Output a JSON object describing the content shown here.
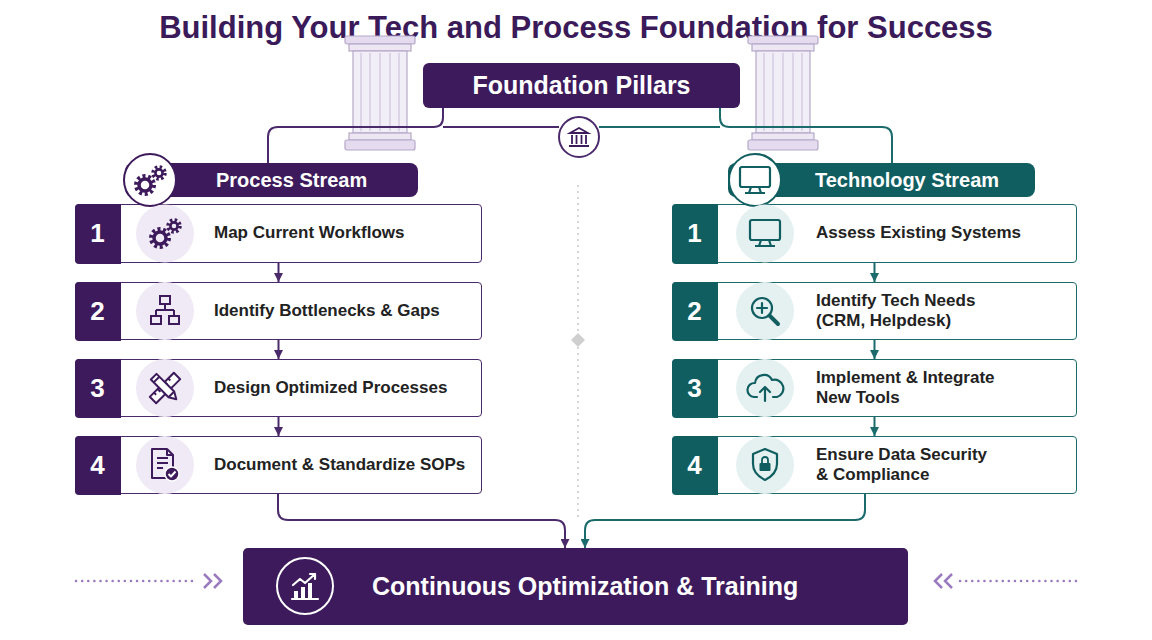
{
  "diagram": {
    "title": "Building Your Tech and Process Foundation for Success",
    "nodes": [
      {
        "text": [
          "Foundation Pillars"
        ]
      },
      {
        "text": [
          "Process Stream"
        ]
      },
      {
        "text": [
          "1",
          "Map Current Workflows"
        ]
      },
      {
        "text": [
          "2",
          "Identify Bottlenecks & Gaps"
        ]
      },
      {
        "text": [
          "3",
          "Design Optimized Processes"
        ]
      },
      {
        "text": [
          "4",
          "Document & Standardize SOPs"
        ]
      },
      {
        "text": [
          "Technology Stream"
        ]
      },
      {
        "text": [
          "1",
          "Assess Existing Systems"
        ]
      },
      {
        "text": [
          "2",
          "Identify Tech Needs (CRM, Helpdesk)"
        ]
      },
      {
        "text": [
          "3",
          "Implement & Integrate New Tools"
        ]
      },
      {
        "text": [
          "4",
          "Ensure Data Security & Compliance"
        ]
      },
      {
        "text": [
          "Continuous Optimization & Training"
        ]
      }
    ],
    "edges": [
      {
        "from": 0,
        "to": 1,
        "arrow": "none"
      },
      {
        "from": 0,
        "to": 6,
        "arrow": "none"
      },
      {
        "from": 2,
        "to": 3,
        "arrow": "to"
      },
      {
        "from": 3,
        "to": 4,
        "arrow": "to"
      },
      {
        "from": 4,
        "to": 5,
        "arrow": "to"
      },
      {
        "from": 7,
        "to": 8,
        "arrow": "to"
      },
      {
        "from": 8,
        "to": 9,
        "arrow": "to"
      },
      {
        "from": 9,
        "to": 10,
        "arrow": "to"
      },
      {
        "from": 5,
        "to": 11,
        "arrow": "to"
      },
      {
        "from": 10,
        "to": 11,
        "arrow": "to"
      }
    ]
  }
}
